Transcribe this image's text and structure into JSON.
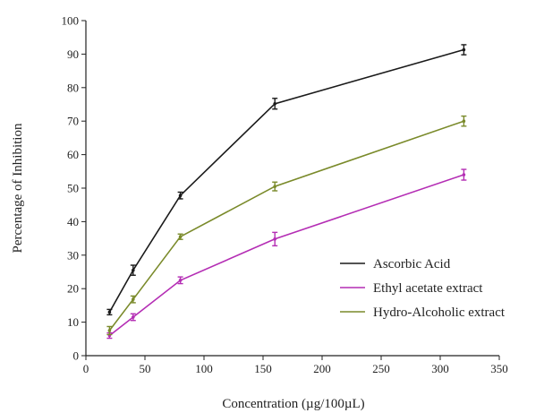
{
  "chart_data": {
    "type": "line",
    "title": "",
    "xlabel": "Concentration (µg/100µL)",
    "ylabel": "Percentage of Inhibition",
    "xlim": [
      0,
      350
    ],
    "ylim": [
      0,
      100
    ],
    "xticks": [
      0,
      50,
      100,
      150,
      200,
      250,
      300,
      350
    ],
    "yticks": [
      0,
      10,
      20,
      30,
      40,
      50,
      60,
      70,
      80,
      90,
      100
    ],
    "x": [
      20,
      40,
      80,
      160,
      320
    ],
    "grid": false,
    "legend_position": "bottom-right",
    "series": [
      {
        "name": "Ascorbic Acid",
        "color": "#1a1a1a",
        "values": [
          13,
          25.5,
          47.8,
          75.2,
          91.3
        ],
        "errors": [
          0.8,
          1.5,
          1.0,
          1.6,
          1.5
        ]
      },
      {
        "name": "Ethyl acetate extract",
        "color": "#b42db4",
        "values": [
          6,
          11.5,
          22.5,
          34.8,
          54
        ],
        "errors": [
          0.8,
          1.0,
          1.0,
          2.0,
          1.6
        ]
      },
      {
        "name": "Hydro-Alcoholic extract",
        "color": "#7a8a2a",
        "values": [
          7.5,
          16.8,
          35.5,
          50.5,
          70
        ],
        "errors": [
          1.2,
          1.0,
          0.8,
          1.3,
          1.5
        ]
      }
    ]
  }
}
